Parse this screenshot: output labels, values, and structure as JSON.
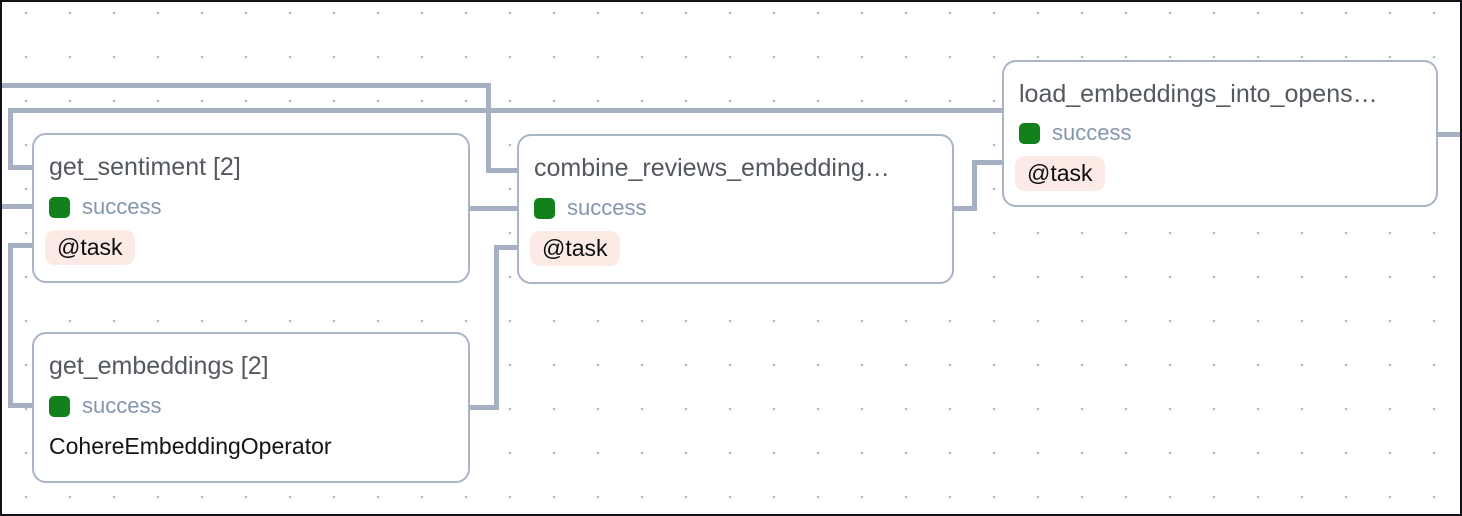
{
  "graph": {
    "nodes": [
      {
        "key": "get_sentiment",
        "title": "get_sentiment [2]",
        "status": "success",
        "label": "@task",
        "label_variant": "pill"
      },
      {
        "key": "get_embeddings",
        "title": "get_embeddings [2]",
        "status": "success",
        "label": "CohereEmbeddingOperator",
        "label_variant": "plain"
      },
      {
        "key": "combine_reviews_embeddings",
        "title": "combine_reviews_embedding…",
        "status": "success",
        "label": "@task",
        "label_variant": "pill"
      },
      {
        "key": "load_embeddings_into_opensearch",
        "title": "load_embeddings_into_opens…",
        "status": "success",
        "label": "@task",
        "label_variant": "pill"
      }
    ],
    "icons": [
      {
        "name": "success-status-icon",
        "shape": "rounded-square"
      }
    ]
  },
  "colors": {
    "success_green": "#13811b",
    "task_badge_background": "#fcebe5",
    "edge": "#a5b1c2",
    "node_border": "#a9b5c6",
    "status_text": "#8496ae",
    "title_text": "#54595f"
  }
}
